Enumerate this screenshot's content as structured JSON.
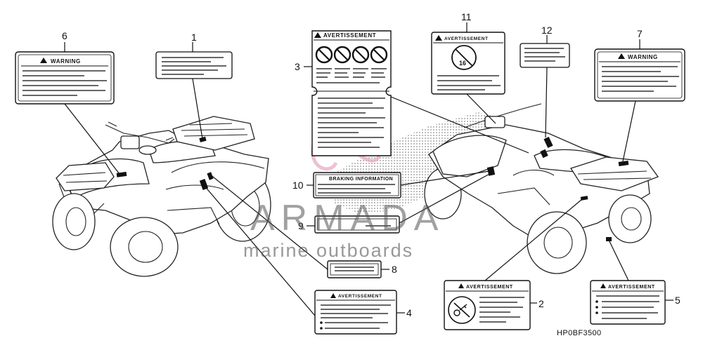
{
  "callouts": [
    "1",
    "2",
    "3",
    "4",
    "5",
    "6",
    "7",
    "8",
    "9",
    "10",
    "11",
    "12"
  ],
  "labels": {
    "warning": "WARNING",
    "avertissement": "AVERTISSEMENT",
    "braking_information": "BRAKING INFORMATION",
    "age_badge_text": "16"
  },
  "watermark": {
    "brand": "ARMADA",
    "tagline": "marine outboards"
  },
  "diagram_code": "HP0BF3500"
}
